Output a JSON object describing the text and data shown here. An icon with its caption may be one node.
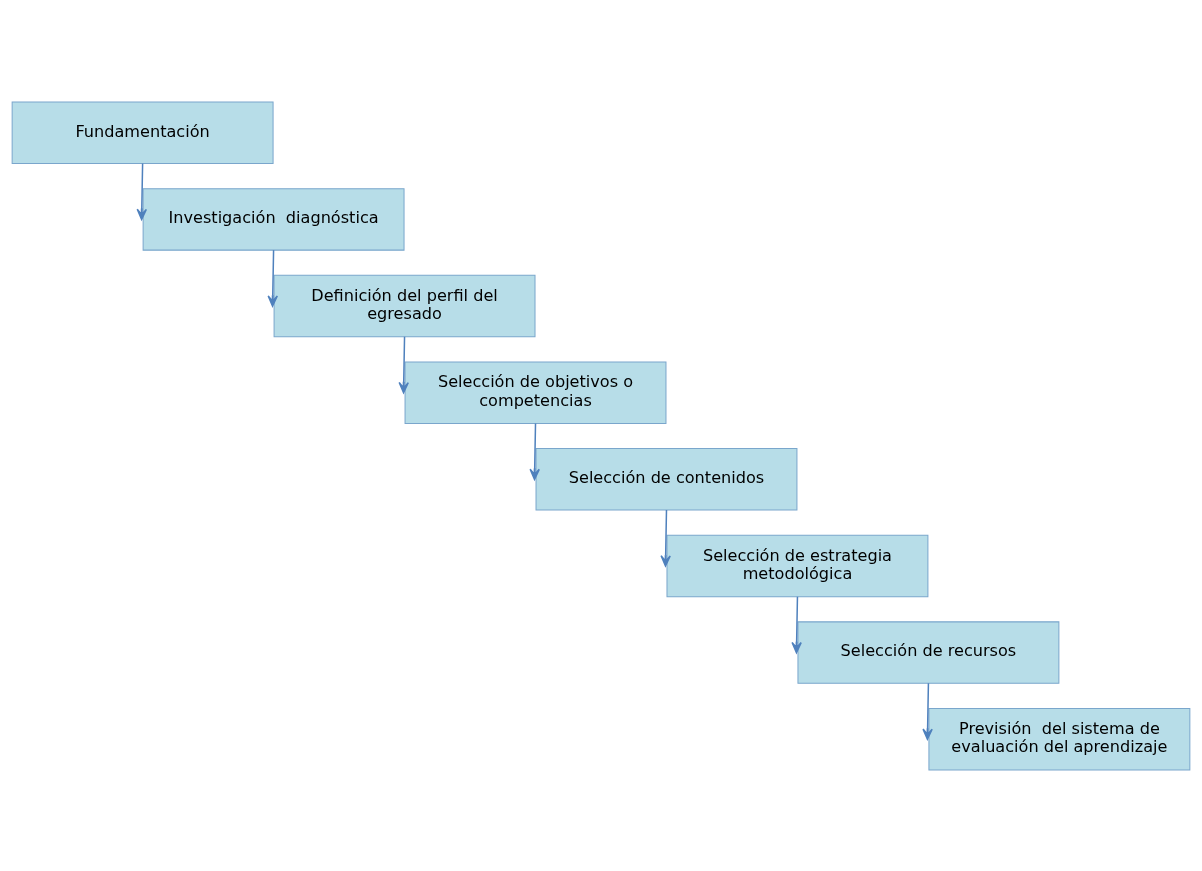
{
  "diagram": {
    "nodes": [
      {
        "text": [
          "Fundamentación"
        ]
      },
      {
        "text": [
          "Investigación  diagnóstica"
        ]
      },
      {
        "text": [
          "Definición del perfil del egresado"
        ]
      },
      {
        "text": [
          "Selección de objetivos o competencias"
        ]
      },
      {
        "text": [
          "Selección de contenidos"
        ]
      },
      {
        "text": [
          "Selección de estrategia metodológica"
        ]
      },
      {
        "text": [
          "Selección de recursos"
        ]
      },
      {
        "text": [
          "Previsión  del sistema de evaluación del aprendizaje"
        ]
      }
    ],
    "edges": [
      {
        "from": 0,
        "to": 1,
        "arrow": "to"
      },
      {
        "from": 1,
        "to": 2,
        "arrow": "to"
      },
      {
        "from": 2,
        "to": 3,
        "arrow": "to"
      },
      {
        "from": 3,
        "to": 4,
        "arrow": "to"
      },
      {
        "from": 4,
        "to": 5,
        "arrow": "to"
      },
      {
        "from": 5,
        "to": 6,
        "arrow": "to"
      },
      {
        "from": 6,
        "to": 7,
        "arrow": "to"
      }
    ]
  }
}
